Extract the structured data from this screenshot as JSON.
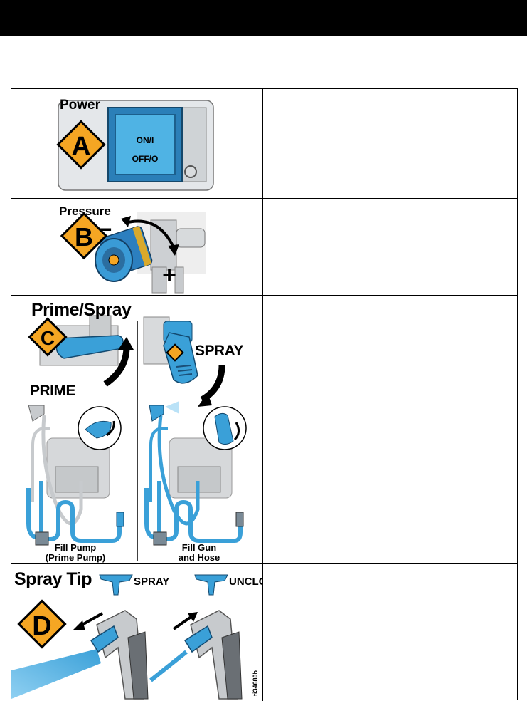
{
  "rows": [
    {
      "id": "power",
      "title": "Power",
      "letter": "A",
      "switch_on": "ON/I",
      "switch_off": "OFF/O",
      "description": ""
    },
    {
      "id": "pressure",
      "title": "Pressure",
      "letter": "B",
      "minus": "−",
      "plus": "+",
      "description": ""
    },
    {
      "id": "prime-spray",
      "title": "Prime/Spray",
      "letter": "C",
      "prime": "PRIME",
      "spray": "SPRAY",
      "left_caption_1": "Fill Pump",
      "left_caption_2": "(Prime Pump)",
      "right_caption_1": "Fill Gun",
      "right_caption_2": "and Hose",
      "description": ""
    },
    {
      "id": "spray-tip",
      "title": "Spray Tip",
      "letter": "D",
      "spray": "SPRAY",
      "unclog": "UNCLOG",
      "figure_code": "ti34680b",
      "description": ""
    }
  ],
  "colors": {
    "accent_blue": "#3aa0d8",
    "badge_orange": "#f5a623",
    "bar_black": "#000000"
  }
}
